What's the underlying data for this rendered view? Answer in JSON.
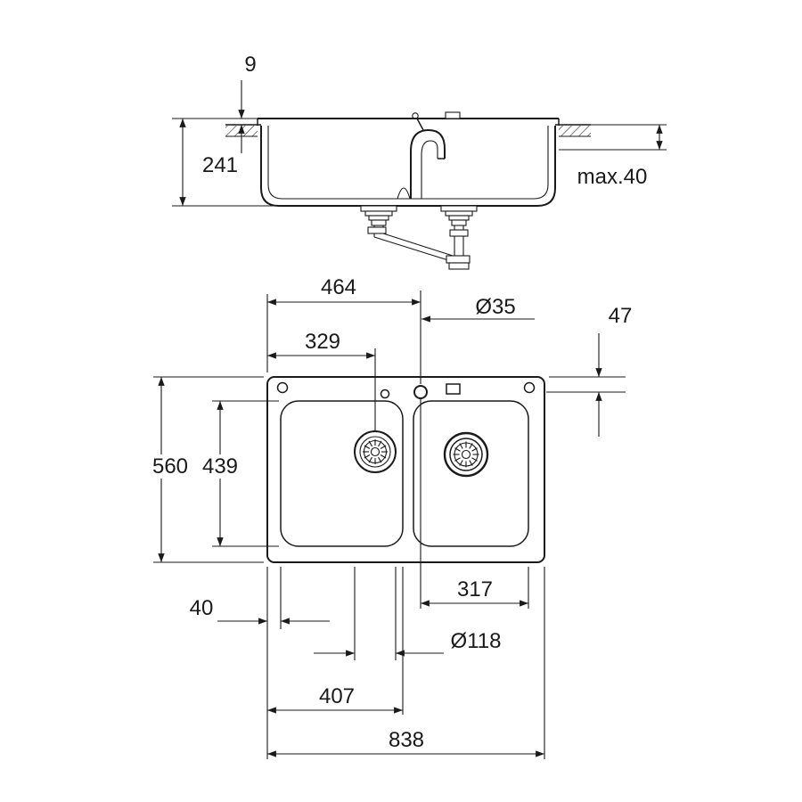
{
  "drawing": {
    "section": {
      "rim_height": "9",
      "bowl_depth": "241",
      "counter_thickness": "max.40"
    },
    "plan": {
      "faucet_hole_offset_x": "464",
      "faucet_hole_diameter": "Ø35",
      "faucet_hole_offset_y": "47",
      "left_drain_offset_x": "329",
      "overall_depth": "560",
      "bowl_inner_depth": "439",
      "right_bowl_width": "317",
      "edge_margin": "40",
      "drain_diameter": "Ø118",
      "left_bowl_width": "407",
      "overall_width": "838"
    }
  }
}
